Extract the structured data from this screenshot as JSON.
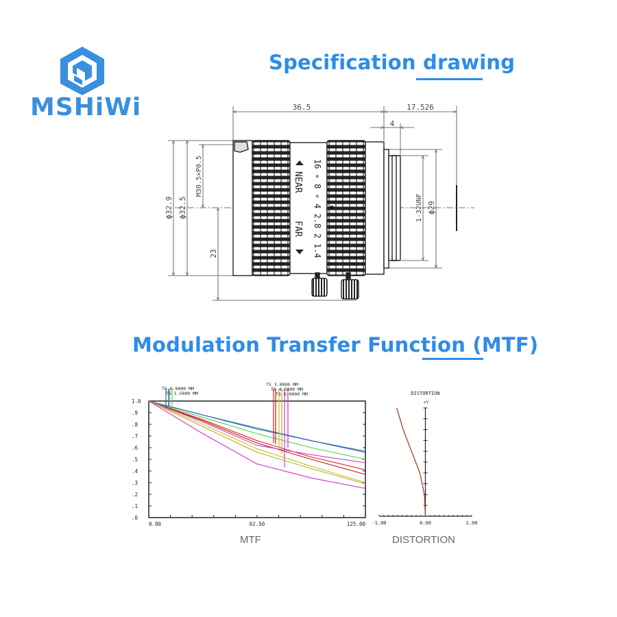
{
  "brand": {
    "name": "MSHiWi",
    "color": "#3a8fde"
  },
  "spec_title": "Specification drawing",
  "mtf_title": "Modulation Transfer Function (MTF)",
  "drawing": {
    "dim_length": "36.5",
    "dim_flange": "17.526",
    "dim_mount": "4",
    "dim_d1": "ϕ32.9",
    "dim_d2": "ϕ32.5",
    "dim_filter": "M30.5×P0.5",
    "dim_height": "23",
    "dim_thread": "1-32UNF",
    "dim_d3": "ϕ29",
    "focus_near": "NEAR",
    "focus_far": "FAR",
    "aperture_scale": "16 ∘ 8 ∘ 4 2.8 2 1.4"
  },
  "chart_data": [
    {
      "type": "line",
      "title": "MTF",
      "xlabel": "",
      "ylabel": "",
      "xlim": [
        0,
        125
      ],
      "ylim": [
        0,
        1
      ],
      "x_tick_labels": [
        "0.00",
        "62.50",
        "125.00"
      ],
      "y_tick_labels": [
        "1.0",
        ".9",
        ".8",
        ".7",
        ".6",
        ".5",
        ".4",
        ".3",
        ".2",
        ".1",
        ".0"
      ],
      "legend": [
        "TS 0.0000 MM",
        "TS 1.5000 MM",
        "TS 3.0000 MM",
        "TS 4.5000 MM",
        "TS 6.0000 MM"
      ],
      "x": [
        0,
        31.25,
        62.5,
        93.75,
        125
      ],
      "series": [
        {
          "name": "TS 0.0000 MM T",
          "color": "#2a9d8f",
          "values": [
            1,
            0.88,
            0.77,
            0.66,
            0.57
          ]
        },
        {
          "name": "TS 0.0000 MM S",
          "color": "#3a4fc0",
          "values": [
            1,
            0.88,
            0.76,
            0.66,
            0.56
          ]
        },
        {
          "name": "TS 1.5000 MM",
          "color": "#44d444",
          "values": [
            1,
            0.86,
            0.72,
            0.6,
            0.5
          ]
        },
        {
          "name": "TS 3.0000 MM T",
          "color": "#e02020",
          "values": [
            1,
            0.84,
            0.66,
            0.52,
            0.41
          ]
        },
        {
          "name": "TS 3.0000 MM S",
          "color": "#c01818",
          "values": [
            1,
            0.83,
            0.64,
            0.5,
            0.37
          ]
        },
        {
          "name": "TS 6.0000 MM T",
          "color": "#d040d0",
          "values": [
            1,
            0.82,
            0.62,
            0.54,
            0.47
          ]
        },
        {
          "name": "TS 4.5000 MM T",
          "color": "#c8c020",
          "values": [
            1,
            0.8,
            0.59,
            0.44,
            0.3
          ]
        },
        {
          "name": "TS 4.5000 MM S",
          "color": "#b8b030",
          "values": [
            1,
            0.78,
            0.56,
            0.42,
            0.29
          ]
        },
        {
          "name": "TS 6.0000 MM S",
          "color": "#d030c8",
          "values": [
            1,
            0.72,
            0.46,
            0.34,
            0.25
          ]
        }
      ],
      "caption": "MTF"
    },
    {
      "type": "line",
      "title": "DISTORTION",
      "ylabel": "+Y",
      "xlim": [
        -1,
        1
      ],
      "ylim": [
        0,
        1
      ],
      "x_tick_labels": [
        "-1.00",
        "0.00",
        "1.00"
      ],
      "x": [
        0,
        -0.02,
        -0.12,
        -0.3,
        -0.48,
        -0.62
      ],
      "y": [
        0,
        0.2,
        0.4,
        0.6,
        0.8,
        1.0
      ],
      "color": "#c83030",
      "caption": "DISTORTION"
    }
  ]
}
